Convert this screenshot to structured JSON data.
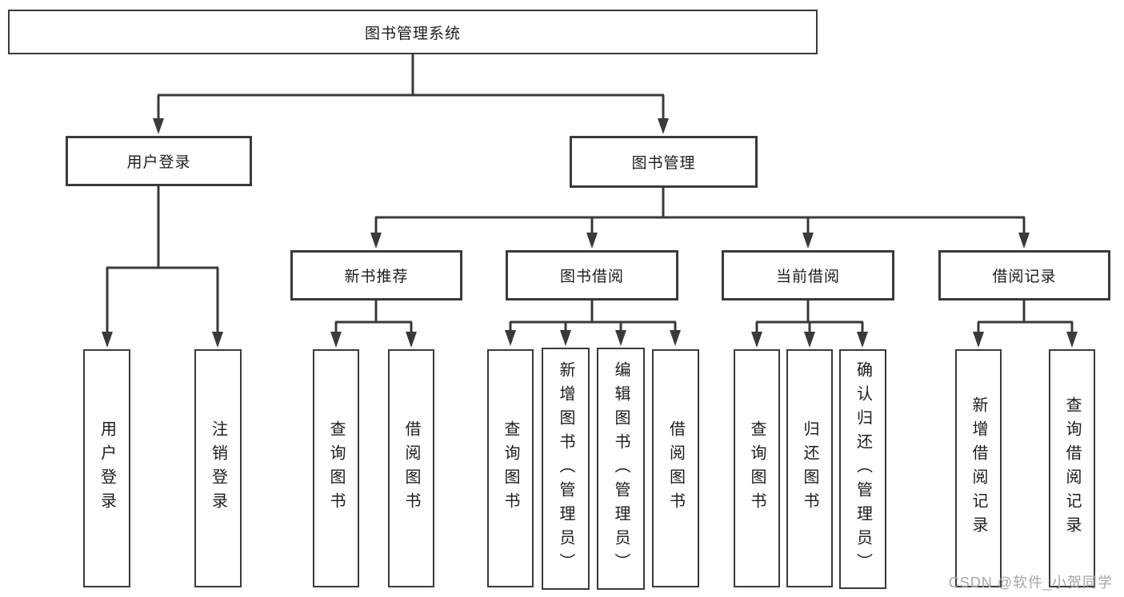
{
  "diagram": {
    "root": {
      "label": "图书管理系统"
    },
    "branches": [
      {
        "label": "用户登录",
        "children": [
          {
            "label": "用户登录"
          },
          {
            "label": "注销登录"
          }
        ]
      },
      {
        "label": "图书管理",
        "children": [
          {
            "label": "新书推荐",
            "children": [
              {
                "label": "查询图书"
              },
              {
                "label": "借阅图书"
              }
            ]
          },
          {
            "label": "图书借阅",
            "children": [
              {
                "label": "查询图书"
              },
              {
                "label": "新增图书（管理员）"
              },
              {
                "label": "编辑图书（管理员）"
              },
              {
                "label": "借阅图书"
              }
            ]
          },
          {
            "label": "当前借阅",
            "children": [
              {
                "label": "查询图书"
              },
              {
                "label": "归还图书"
              },
              {
                "label": "确认归还（管理员）"
              }
            ]
          },
          {
            "label": "借阅记录",
            "children": [
              {
                "label": "新增借阅记录"
              },
              {
                "label": "查询借阅记录"
              }
            ]
          }
        ]
      }
    ]
  },
  "watermark": {
    "text": "CSDN @软件_小贺同学"
  },
  "colors": {
    "line": "#3a3a3a",
    "box_border": "#3a3a3a",
    "text": "#1c1c1c",
    "background": "#ffffff",
    "watermark": "#a6a6a6"
  }
}
